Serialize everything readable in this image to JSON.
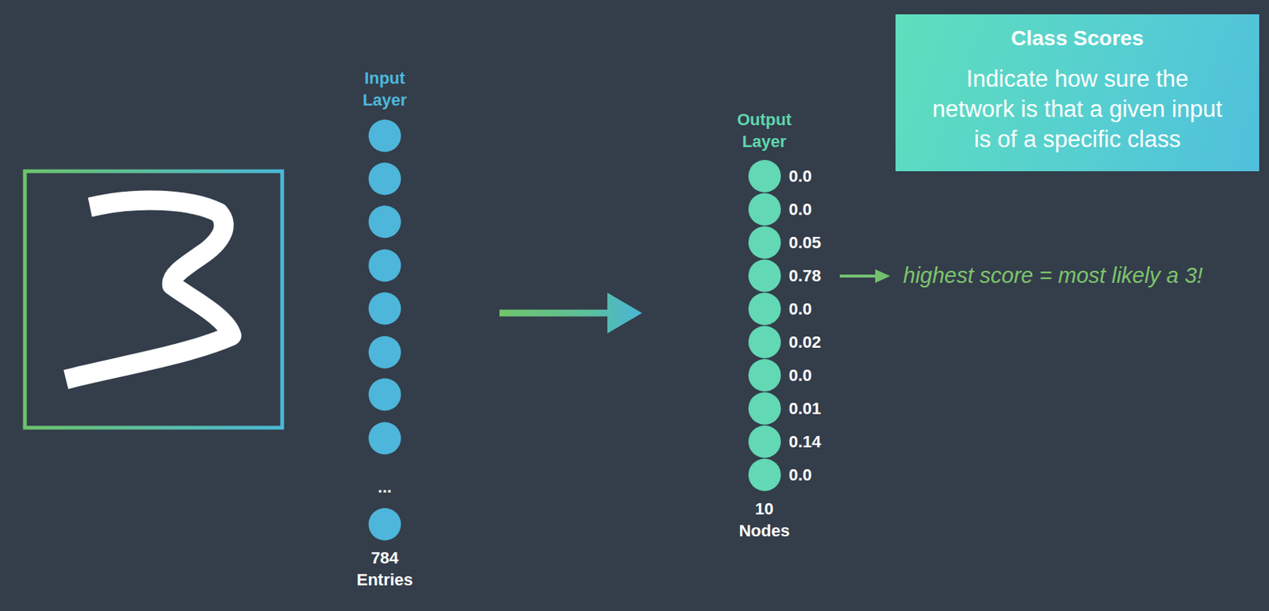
{
  "diagram": {
    "nodes": [
      {
        "text": [
          "0.0"
        ]
      },
      {
        "text": [
          "0.0"
        ]
      },
      {
        "text": [
          "0.05"
        ]
      },
      {
        "text": [
          "0.78"
        ]
      },
      {
        "text": [
          "0.0"
        ]
      },
      {
        "text": [
          "0.02"
        ]
      },
      {
        "text": [
          "0.0"
        ]
      },
      {
        "text": [
          "0.01"
        ]
      },
      {
        "text": [
          "0.14"
        ]
      },
      {
        "text": [
          "0.0"
        ]
      },
      {
        "text": [
          "Class Scores",
          "Indicate how sure the network is that a given input is of a specific class"
        ]
      }
    ],
    "labels": [
      "Input Layer",
      "...",
      "784 Entries",
      "Output Layer",
      "10 Nodes",
      "highest score = most likely a 3!"
    ]
  }
}
